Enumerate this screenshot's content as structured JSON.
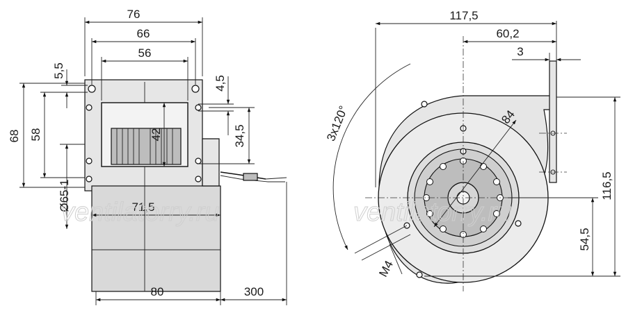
{
  "dimensions": {
    "width_76": "76",
    "width_66": "66",
    "width_56": "56",
    "hole_5_5": "5,5",
    "slot_4_5": "4,5",
    "height_68": "68",
    "height_58": "58",
    "height_42": "42",
    "height_34_5": "34,5",
    "diameter_65": "Ø65-1",
    "width_71_5": "71,5",
    "width_80": "80",
    "cable_300": "300",
    "width_117_5": "117,5",
    "width_60_2": "60,2",
    "flange_3": "3",
    "angle_3x120": "3x120°",
    "diameter_84": "84",
    "height_116_5": "116,5",
    "height_54_5": "54,5",
    "thread_m4": "M4"
  },
  "watermark": {
    "left": "ventilatorry.ru",
    "right": "ventilatorry.ru"
  },
  "colors": {
    "line": "#111111",
    "housing_fill": "#d9d9d9",
    "rotor_fill": "#bdbdbd",
    "watermark": "#cfcfcf"
  }
}
